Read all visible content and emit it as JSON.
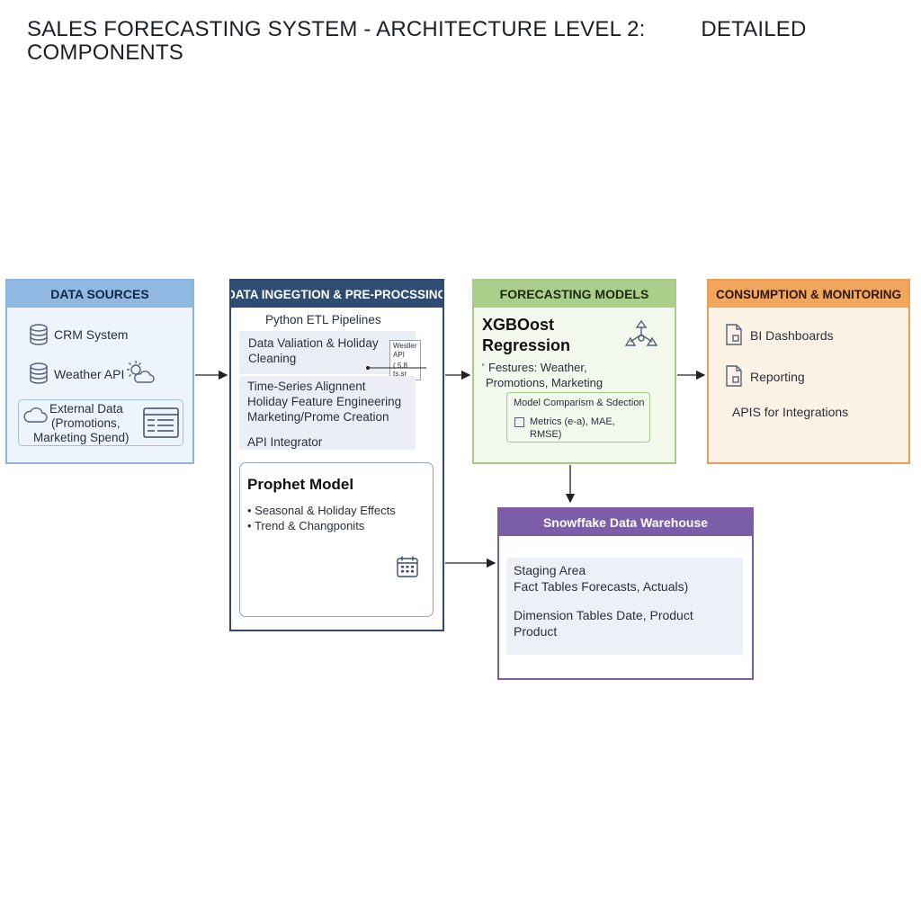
{
  "title": {
    "line1": "SALES FORECASTING SYSTEM - ARCHITECTURE LEVEL 2:         DETAILED",
    "line2": "COMPONENTS"
  },
  "data_sources": {
    "header": "DATA SOURCES",
    "crm": "CRM System",
    "weather": "Weather API",
    "external": [
      "External Data",
      "(Promotions,",
      "Marketing Spend)"
    ],
    "icons": [
      "database-icon",
      "database-icon",
      "weather-icon",
      "cloud-icon",
      "window-icon"
    ]
  },
  "ingestion": {
    "header": "DATA INGEGTION & PRE-PROCSSING",
    "pipelines": "Python ETL Pipelines",
    "validation": [
      "Data Valiation & Holiday",
      "Cleaning"
    ],
    "weather_tag": [
      "Wesller",
      "API",
      "( 5.8",
      "ts.sr"
    ],
    "alignment": [
      "Time-Series Alignnent",
      "Holiday Feature Engineering",
      "Marketing/Prome Creation"
    ],
    "api_integrator": "API Integrator",
    "prophet": {
      "title": "Prophet Model",
      "bullets": [
        "Seasonal & Holiday Effects",
        "Trend & Changponits"
      ]
    }
  },
  "forecasting": {
    "header": "FORECASTING MODELS",
    "model": [
      "XGBOost",
      "Regression"
    ],
    "features": [
      "Festures: Weather,",
      "Promotions, Marketing"
    ],
    "features_mark": "ᵋ",
    "comparison": "Model Comparism & Sdection",
    "metrics": "Metrics (e-a), MAE, RMSE)"
  },
  "consumption": {
    "header": "CONSUMPTION & MONITORING",
    "items": [
      "BI Dashboards",
      "Reporting",
      "APIS for Integrations"
    ]
  },
  "warehouse": {
    "header": "Snowffake Data Warehouse",
    "lines": [
      "Staging Area",
      "Fact Tables Forecasts, Actuals)",
      "Dimension Tables Date, Product",
      "Product"
    ]
  },
  "colors": {
    "sources": "#8fb8e3",
    "ingestion": "#2f4d72",
    "forecasting": "#a9cf8a",
    "consumption": "#f2a55c",
    "warehouse": "#7c5ea8"
  }
}
